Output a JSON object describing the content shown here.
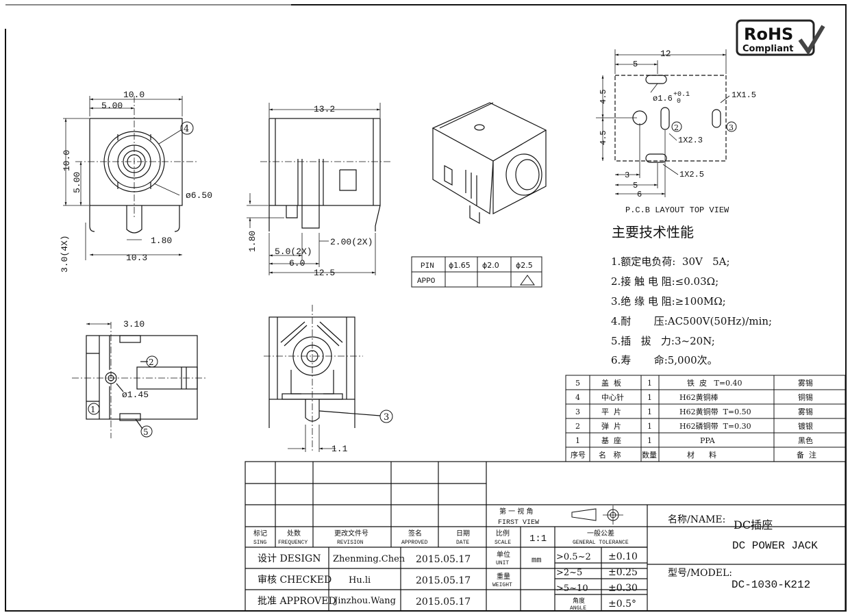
{
  "rohs": {
    "line1": "RoHS",
    "line2": "Compliant"
  },
  "front_view": {
    "width": "10.0",
    "half_width": "5.00",
    "height": "10.0",
    "half_height": "5.00",
    "diameter": "ø6.50",
    "callout": "4",
    "pin_width": "1.80",
    "base": "10.3",
    "pin_length": "3.0(4X)"
  },
  "side_view": {
    "length": "13.2",
    "pin_height": "1.80",
    "pin_a": "5.0(2X)",
    "pin_b": "2.00(2X)",
    "pin_c": "6.0",
    "total": "12.5"
  },
  "bottom_view": {
    "offset": "3.10",
    "hole": "ø1.45",
    "callouts": [
      "1",
      "2",
      "5"
    ]
  },
  "rear_view": {
    "callout": "3",
    "gap": "1.1"
  },
  "pin_table": {
    "headers": [
      "PIN",
      "ϕ1.65",
      "ϕ2.0",
      "ϕ2.5"
    ],
    "row_label": "APPO"
  },
  "pcb": {
    "width": "12",
    "offset5": "5",
    "pin_dia": "ø1.6",
    "tol_plus": "+0.1",
    "tol_minus": "0",
    "slot3": "1X1.5",
    "slot2": "1X2.3",
    "slot1": "1X2.5",
    "h1": "4.5",
    "h2": "4.5",
    "b3": "3",
    "b5": "5",
    "b6": "6",
    "callout2": "2",
    "callout3": "3",
    "caption": "P.C.B LAYOUT TOP VIEW"
  },
  "specs": {
    "title": "主要技术性能",
    "items": [
      "1.额定电负荷:  30V   5A;",
      "2.接 触 电 阻:≤0.03Ω;",
      "3.绝 缘 电 阻:≥100MΩ;",
      "4.耐       压:AC500V(50Hz)/min;",
      "5.插   拔   力:3~20N;",
      "6.寿       命:5,000次。"
    ]
  },
  "bom": {
    "rows": [
      [
        "5",
        "盖  板",
        "1",
        "铁  皮   T=0.40",
        "雾锡"
      ],
      [
        "4",
        "中心针",
        "1",
        "H62黄铜棒",
        "铜锡"
      ],
      [
        "3",
        "平  片",
        "1",
        "H62黄铜带  T=0.50",
        "雾锡"
      ],
      [
        "2",
        "弹  片",
        "1",
        "H62磷铜带  T=0.30",
        "镀银"
      ],
      [
        "1",
        "基  座",
        "1",
        "PPA",
        "黑色"
      ]
    ],
    "header": [
      "序号",
      "名   称",
      "数量",
      "材      料",
      "备  注"
    ]
  },
  "title_block": {
    "angle_cn": "第 一 视 角",
    "angle_en": "FIRST VIEW",
    "rev_headers": [
      [
        "标记",
        "SING"
      ],
      [
        "处数",
        "FREQUENCY"
      ],
      [
        "更改文件号",
        "REVISION"
      ],
      [
        "签名",
        "APPROVED"
      ],
      [
        "日期",
        "DATE"
      ]
    ],
    "scale_cn": "比例",
    "scale_en": "SCALE",
    "scale": "1:1",
    "unit_cn": "单位",
    "unit_en": "UNIT",
    "unit": "mm",
    "weight_cn": "重量",
    "weight_en": "WEIGHT",
    "tol_cn": "一般公差",
    "tol_en": "GENERAL TOLERANCE",
    "tolerances": [
      [
        ">0.5~2",
        "±0.10"
      ],
      [
        ">2~5",
        "±0.25"
      ],
      [
        ">5~10",
        "±0.30"
      ]
    ],
    "angle_tol_cn": "角度",
    "angle_tol_en": "ANGLE",
    "angle_tol": "±0.5°",
    "design_label": "设计 DESIGN",
    "design_name": "Zhenming.Chen",
    "design_date": "2015.05.17",
    "checked_label": "审核 CHECKED",
    "checked_name": "Hu.li",
    "checked_date": "2015.05.17",
    "approved_label": "批准 APPROVED",
    "approved_name": "Jinzhou.Wang",
    "approved_date": "2015.05.17",
    "name_label": "名称/NAME:",
    "name_cn": "DC插座",
    "name_en": "DC POWER JACK",
    "model_label": "型号/MODEL:",
    "model": "DC-1030-K212"
  }
}
